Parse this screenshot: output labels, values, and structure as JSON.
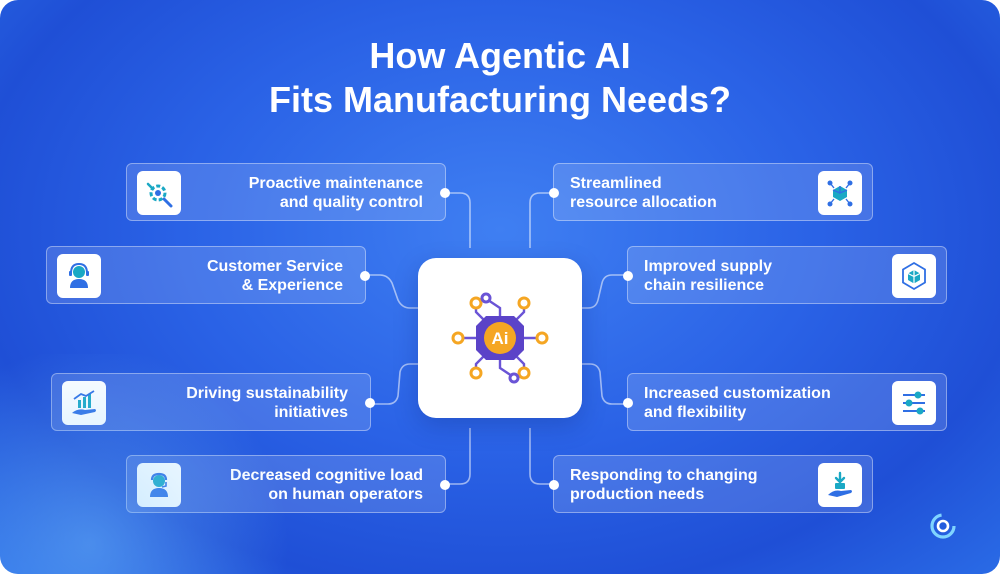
{
  "title": {
    "line1": "How Agentic AI",
    "line2": "Fits Manufacturing Needs?"
  },
  "center": {
    "badge_text": "Ai",
    "icon": "ai-chip-icon"
  },
  "colors": {
    "accent_purple": "#5b43c8",
    "accent_orange": "#f5a623",
    "icon_teal": "#1aa8c4",
    "icon_blue": "#2f6fe4"
  },
  "left_items": [
    {
      "line1": "Proactive maintenance",
      "line2": "and quality control",
      "icon": "gear-wrench-icon"
    },
    {
      "line1": "Customer Service",
      "line2": "& Experience",
      "icon": "headset-agent-icon"
    },
    {
      "line1": "Driving sustainability",
      "line2": "initiatives",
      "icon": "growth-hand-icon"
    },
    {
      "line1": "Decreased cognitive load",
      "line2": "on human operators",
      "icon": "operator-icon"
    }
  ],
  "right_items": [
    {
      "line1": "Streamlined",
      "line2": "resource allocation",
      "icon": "network-cube-icon"
    },
    {
      "line1": "Improved supply",
      "line2": "chain resilience",
      "icon": "hex-cube-icon"
    },
    {
      "line1": "Increased customization",
      "line2": "and flexibility",
      "icon": "sliders-icon"
    },
    {
      "line1": "Responding to changing",
      "line2": "production needs",
      "icon": "hand-box-icon"
    }
  ]
}
